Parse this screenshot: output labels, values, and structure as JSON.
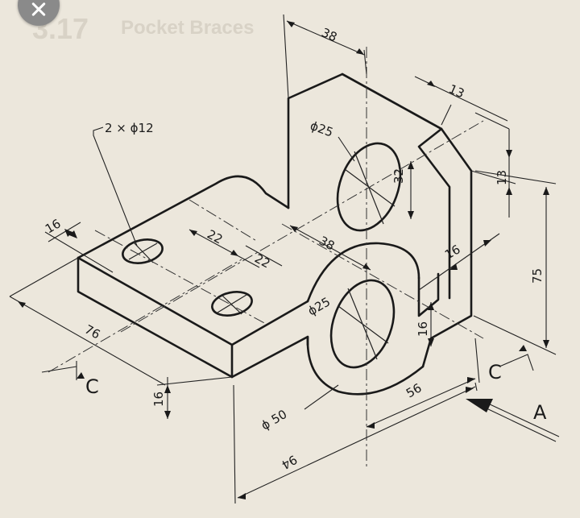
{
  "background_ghost": {
    "section_number": "3.17",
    "section_title": "Pocket Braces"
  },
  "labels": {
    "hole_note": "2 × ϕ12",
    "dim_38_top": "38",
    "dim_13_top": "13",
    "dim_phi25_upper": "ϕ25",
    "dim_32": "32",
    "dim_13_right": "13",
    "dim_75": "75",
    "dim_16_right": "16",
    "dim_16_left": "16",
    "dim_22_a": "22",
    "dim_22_b": "22",
    "dim_38_mid": "38",
    "dim_phi25_lower": "ϕ25",
    "dim_16_slot": "16",
    "dim_76": "76",
    "dim_16_bottom": "16",
    "dim_phi50": "ϕ 50",
    "dim_56": "56",
    "dim_94": "94",
    "section_left": "C",
    "section_right": "C",
    "view_arrow": "A"
  },
  "colors": {
    "paper": "#ece7dc",
    "ink": "#1a1a1a"
  }
}
